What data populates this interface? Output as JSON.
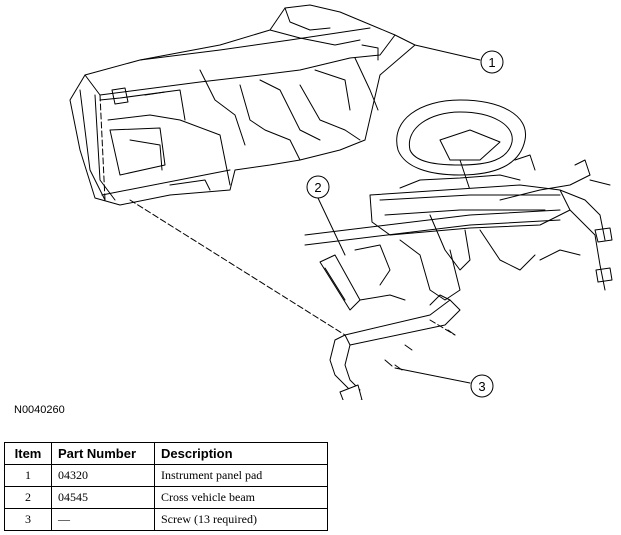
{
  "figure": {
    "id": "N0040260",
    "callouts": [
      "1",
      "2",
      "3"
    ]
  },
  "table": {
    "headers": {
      "item": "Item",
      "part": "Part Number",
      "desc": "Description"
    },
    "rows": [
      {
        "item": "1",
        "part": "04320",
        "desc": "Instrument panel pad"
      },
      {
        "item": "2",
        "part": "04545",
        "desc": "Cross vehicle beam"
      },
      {
        "item": "3",
        "part": "—",
        "desc": "Screw (13 required)"
      }
    ]
  }
}
